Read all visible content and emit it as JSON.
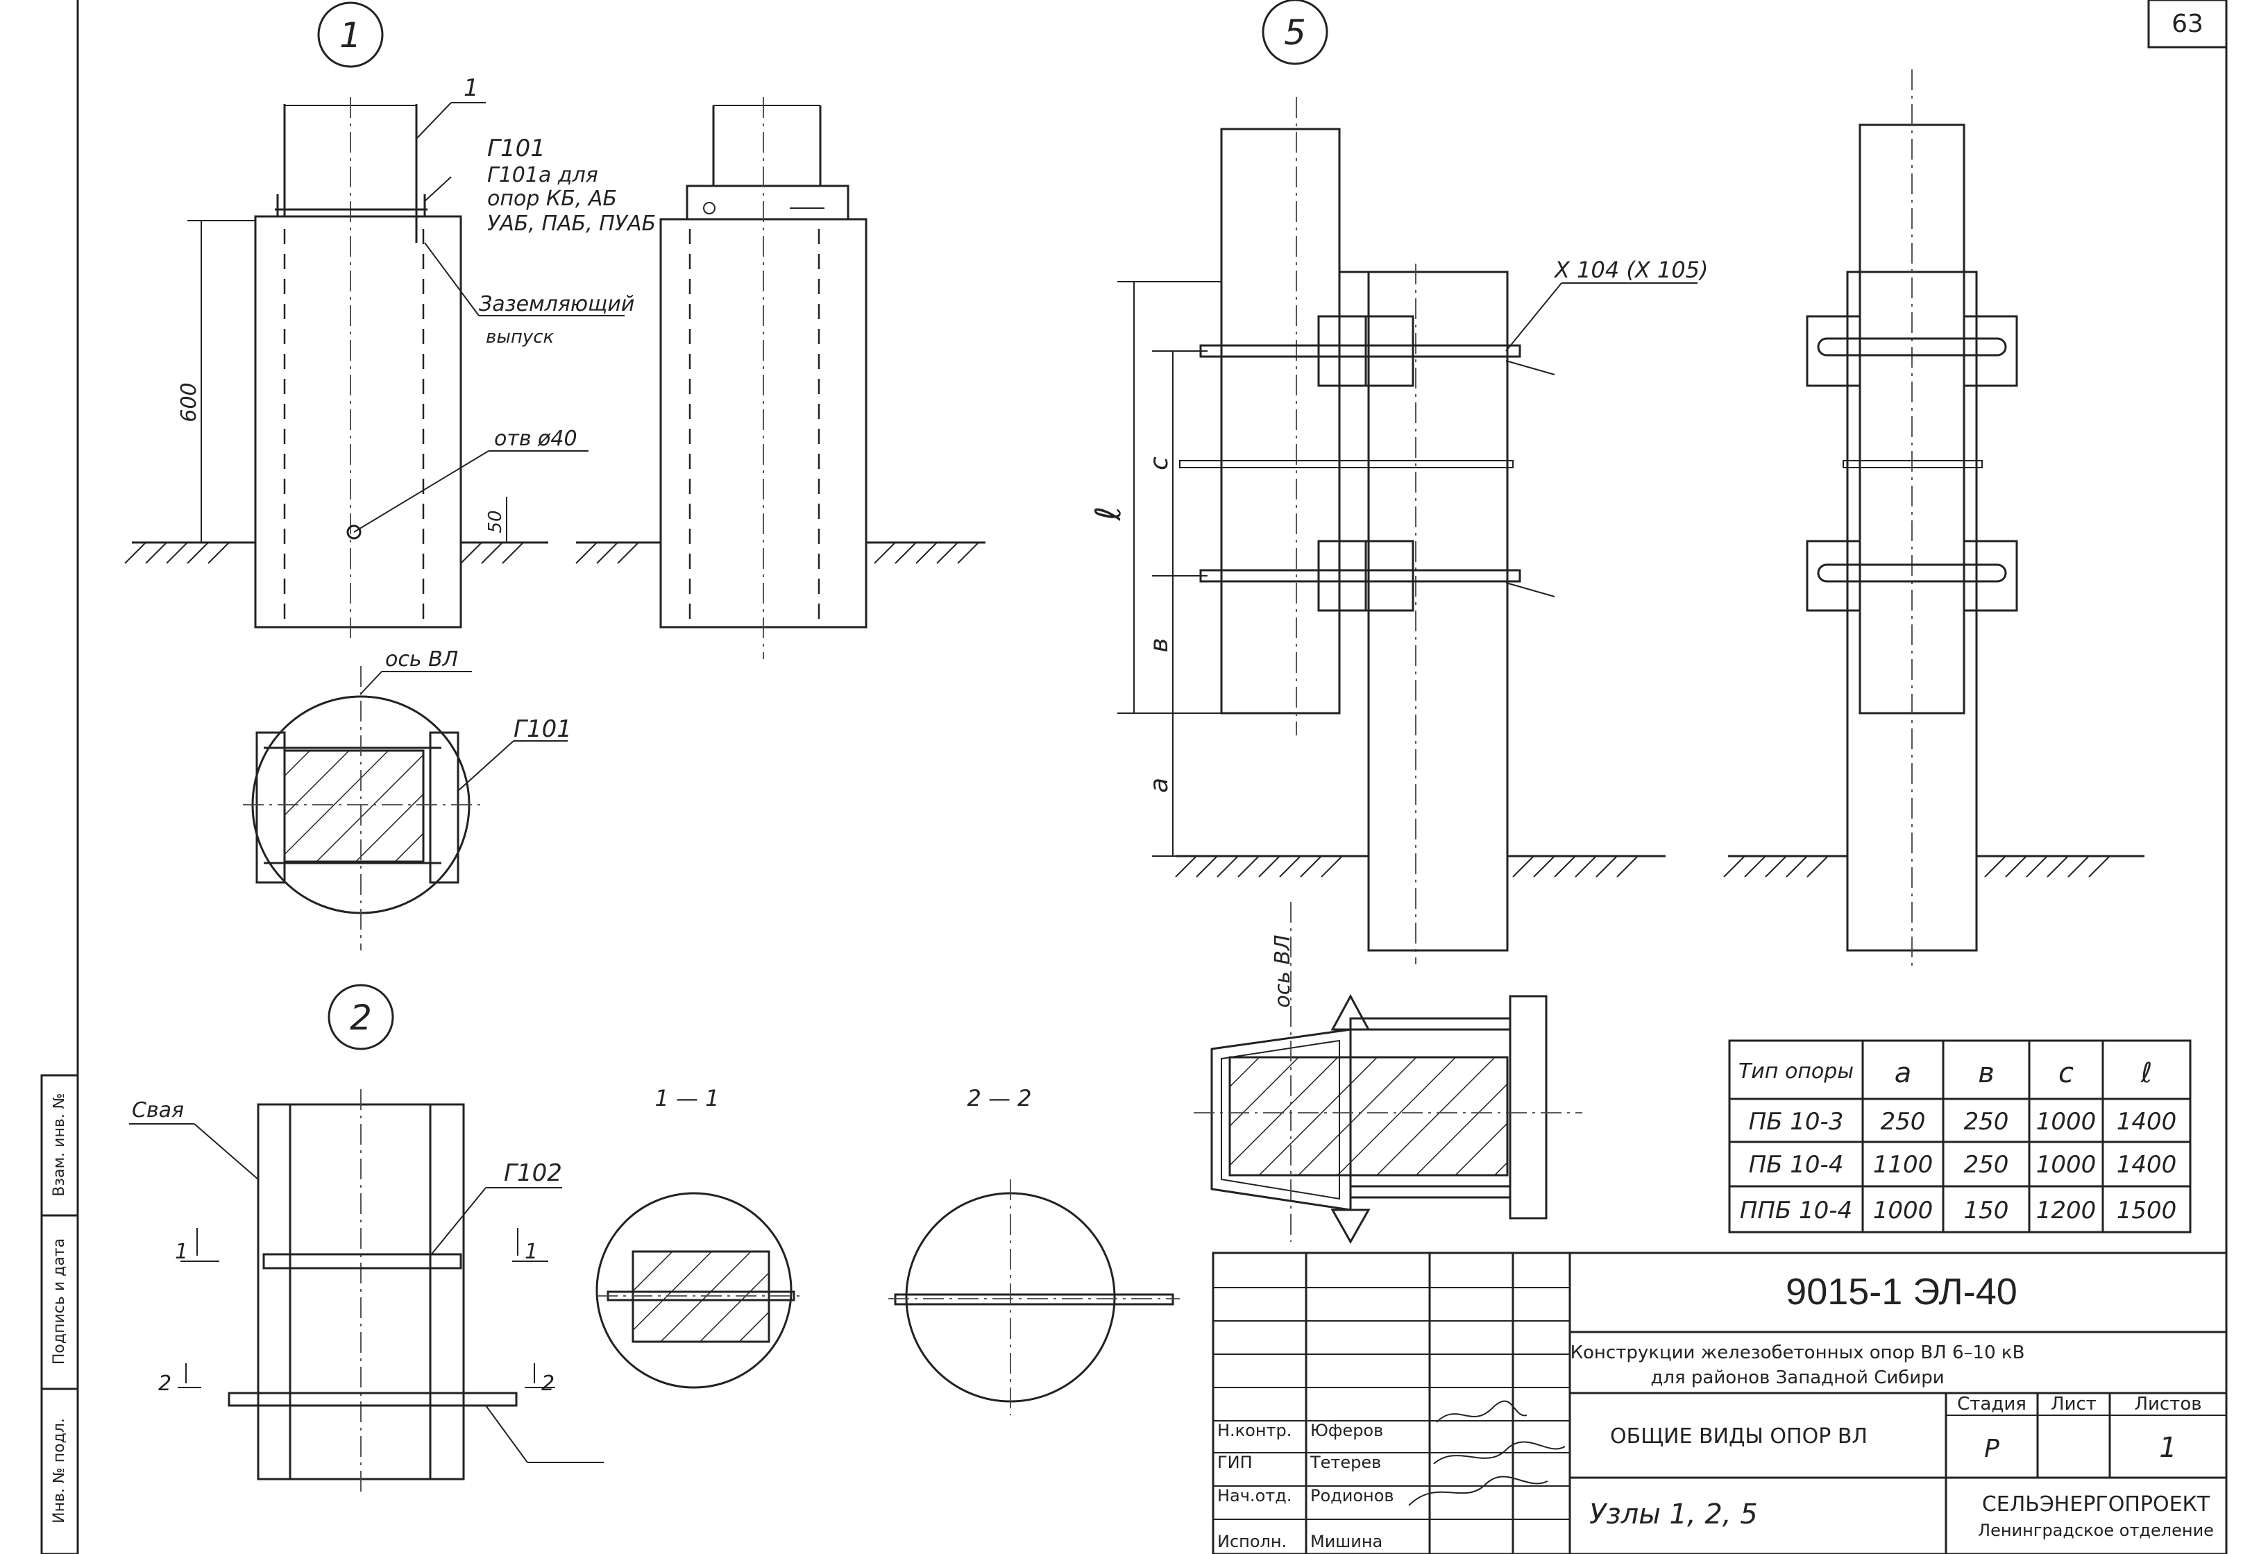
{
  "sheet_number": "63",
  "node_markers": {
    "node1": "1",
    "node2": "2",
    "node5": "5"
  },
  "node1": {
    "callout_pile": "1",
    "callout_g101": "Г101",
    "callout_g101a_line1": "Г101а для",
    "callout_g101a_line2": "опор КБ, АБ",
    "callout_g101a_line3": "УАБ, ПАБ, ПУАБ",
    "callout_ground_line1": "Заземляющий",
    "callout_ground_line2": "выпуск",
    "dim_600": "600",
    "hole_label": "отв ø40",
    "dim_50": "50",
    "axis_label": "ось ВЛ",
    "plan_callout": "Г101"
  },
  "node2": {
    "pile_label": "Свая",
    "callout_g102": "Г102",
    "section_mark_1": "1",
    "section_mark_2": "2",
    "section_1_title": "1 — 1",
    "section_2_title": "2 — 2"
  },
  "node5": {
    "callout_x104": "Х 104 (Х 105)",
    "dim_l": "ℓ",
    "dim_c": "с",
    "dim_b": "в",
    "dim_a": "а",
    "axis_label": "ось ВЛ"
  },
  "dimension_table": {
    "headers": [
      "Тип опоры",
      "а",
      "в",
      "с",
      "ℓ"
    ],
    "rows": [
      [
        "ПБ 10-3",
        "250",
        "250",
        "1000",
        "1400"
      ],
      [
        "ПБ 10-4",
        "1100",
        "250",
        "1000",
        "1400"
      ],
      [
        "ППБ 10-4",
        "1000",
        "150",
        "1200",
        "1500"
      ]
    ]
  },
  "title_block": {
    "document_code": "9015-1 ЭЛ-40",
    "project_title_line1": "Конструкции железобетонных опор ВЛ 6–10 кВ",
    "project_title_line2": "для районов Западной Сибири",
    "sheet_title": "ОБЩИЕ ВИДЫ ОПОР ВЛ",
    "sheet_subtitle": "Узлы 1, 2, 5",
    "stage_header": "Стадия",
    "sheet_header": "Лист",
    "sheets_header": "Листов",
    "stage_value": "Р",
    "sheets_value": "1",
    "org_name": "СЕЛЬЭНЕРГОПРОЕКТ",
    "org_branch": "Ленинградское отделение",
    "signatures": [
      {
        "role": "Н.контр.",
        "name": "Юферов"
      },
      {
        "role": "ГИП",
        "name": "Тетерев"
      },
      {
        "role": "Нач.отд.",
        "name": "Родионов"
      },
      {
        "role": "Исполн.",
        "name": "Мишина"
      }
    ]
  },
  "left_margin_stamps": [
    "Инв. № подл.",
    "Подпись и дата",
    "Взам. инв. №"
  ]
}
